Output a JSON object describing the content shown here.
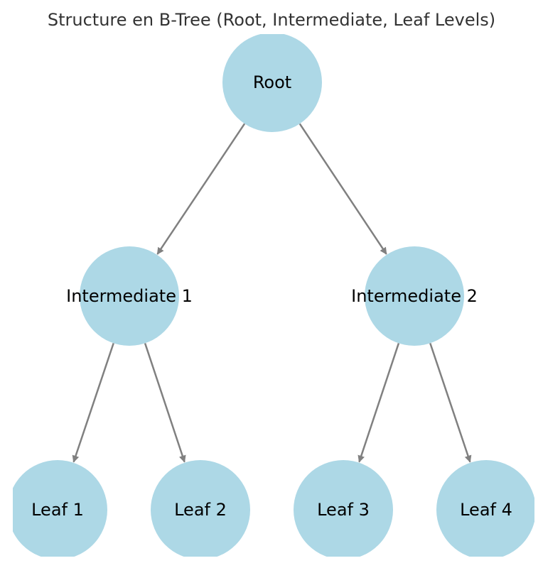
{
  "title": "Structure en B-Tree (Root, Intermediate, Leaf Levels)",
  "colors": {
    "node_fill": "#add8e6",
    "edge": "#808080",
    "text": "#000000",
    "title": "#333333"
  },
  "nodes": {
    "root": {
      "label": "Root"
    },
    "intermediate_1": {
      "label": "Intermediate 1"
    },
    "intermediate_2": {
      "label": "Intermediate 2"
    },
    "leaf_1": {
      "label": "Leaf 1"
    },
    "leaf_2": {
      "label": "Leaf 2"
    },
    "leaf_3": {
      "label": "Leaf 3"
    },
    "leaf_4": {
      "label": "Leaf 4"
    }
  },
  "edges": [
    {
      "from": "root",
      "to": "intermediate_1"
    },
    {
      "from": "root",
      "to": "intermediate_2"
    },
    {
      "from": "intermediate_1",
      "to": "leaf_1"
    },
    {
      "from": "intermediate_1",
      "to": "leaf_2"
    },
    {
      "from": "intermediate_2",
      "to": "leaf_3"
    },
    {
      "from": "intermediate_2",
      "to": "leaf_4"
    }
  ]
}
